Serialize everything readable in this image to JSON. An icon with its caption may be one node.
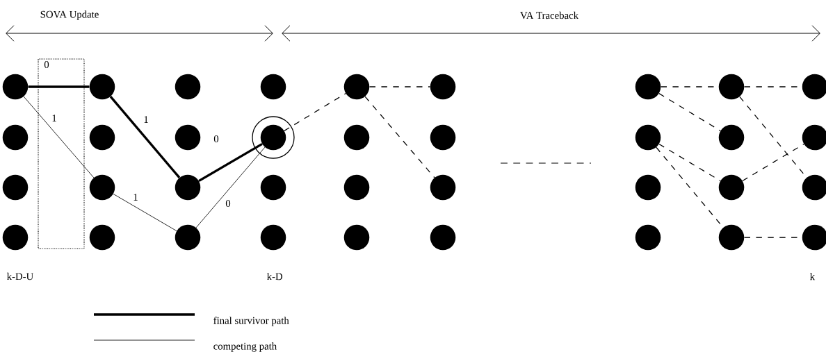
{
  "diagram": {
    "nodes": [
      {
        "text": [],
        "shape": "circle"
      },
      {
        "text": [],
        "shape": "circle"
      },
      {
        "text": [],
        "shape": "circle"
      },
      {
        "text": [],
        "shape": "circle"
      },
      {
        "text": [],
        "shape": "circle"
      },
      {
        "text": [],
        "shape": "circle"
      },
      {
        "text": [],
        "shape": "circle"
      },
      {
        "text": [],
        "shape": "circle"
      },
      {
        "text": [],
        "shape": "circle"
      },
      {
        "text": [],
        "shape": "circle"
      },
      {
        "text": [],
        "shape": "circle"
      },
      {
        "text": [],
        "shape": "circle"
      },
      {
        "text": [],
        "shape": "circle"
      },
      {
        "text": [],
        "shape": "circle"
      },
      {
        "text": [],
        "shape": "circle"
      },
      {
        "text": [],
        "shape": "circle"
      },
      {
        "text": [],
        "shape": "circle"
      },
      {
        "text": [],
        "shape": "circle"
      },
      {
        "text": [],
        "shape": "circle"
      },
      {
        "text": [],
        "shape": "circle"
      },
      {
        "text": [],
        "shape": "circle"
      },
      {
        "text": [],
        "shape": "circle"
      },
      {
        "text": [],
        "shape": "circle"
      },
      {
        "text": [],
        "shape": "circle"
      },
      {
        "text": [],
        "shape": "circle"
      },
      {
        "text": [],
        "shape": "circle"
      },
      {
        "text": [],
        "shape": "circle"
      },
      {
        "text": [],
        "shape": "circle"
      },
      {
        "text": [],
        "shape": "circle"
      },
      {
        "text": [],
        "shape": "circle"
      },
      {
        "text": [],
        "shape": "circle"
      },
      {
        "text": [],
        "shape": "circle"
      },
      {
        "text": [],
        "shape": "circle"
      },
      {
        "text": [],
        "shape": "circle"
      },
      {
        "text": [],
        "shape": "circle"
      },
      {
        "text": [],
        "shape": "circle"
      }
    ],
    "edges": [
      {
        "from": 0,
        "to": 4,
        "arrow": "none",
        "label": "0",
        "style": "thick"
      },
      {
        "from": 4,
        "to": 10,
        "arrow": "none",
        "label": "1",
        "style": "thick"
      },
      {
        "from": 10,
        "to": 13,
        "arrow": "none",
        "label": "0",
        "style": "thick"
      },
      {
        "from": 0,
        "to": 6,
        "arrow": "none",
        "label": "1"
      },
      {
        "from": 6,
        "to": 11,
        "arrow": "none",
        "label": "1"
      },
      {
        "from": 11,
        "to": 13,
        "arrow": "none",
        "label": "0"
      },
      {
        "from": 13,
        "to": 16,
        "arrow": "none",
        "style": "dashed"
      },
      {
        "from": 16,
        "to": 20,
        "arrow": "none",
        "style": "dashed"
      },
      {
        "from": 16,
        "to": 22,
        "arrow": "none",
        "style": "dashed"
      },
      {
        "from": 24,
        "to": 28,
        "arrow": "none",
        "style": "dashed"
      },
      {
        "from": 24,
        "to": 29,
        "arrow": "none",
        "style": "dashed"
      },
      {
        "from": 25,
        "to": 30,
        "arrow": "none",
        "style": "dashed"
      },
      {
        "from": 25,
        "to": 31,
        "arrow": "none",
        "style": "dashed"
      },
      {
        "from": 28,
        "to": 32,
        "arrow": "none",
        "style": "dashed"
      },
      {
        "from": 28,
        "to": 34,
        "arrow": "none",
        "style": "dashed"
      },
      {
        "from": 30,
        "to": 33,
        "arrow": "none",
        "style": "dashed"
      },
      {
        "from": 31,
        "to": 35,
        "arrow": "none",
        "style": "dashed"
      }
    ],
    "labels": [
      "SOVA Update",
      "VA Traceback",
      "k-D-U",
      "k-D",
      "k"
    ],
    "legend": [
      {
        "text": "final survivor path"
      },
      {
        "text": "competing path"
      }
    ]
  }
}
